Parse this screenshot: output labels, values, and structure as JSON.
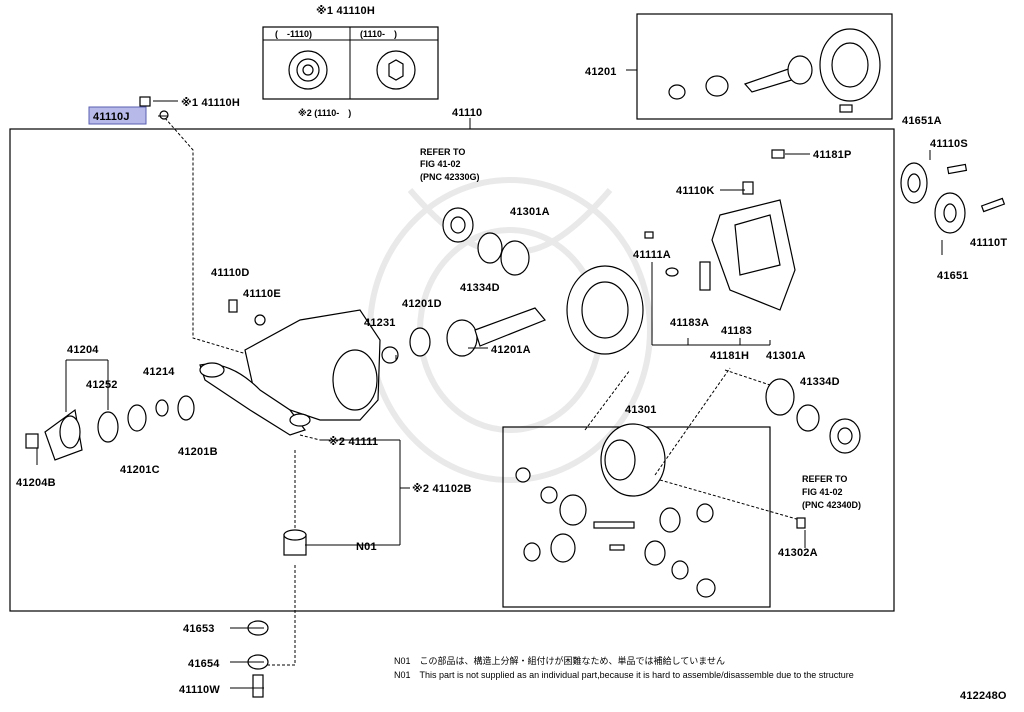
{
  "callouts": {
    "h_top": "※1 41110H",
    "inset_col1": "(　-1110)",
    "inset_col2": "(1110-　)",
    "inset_note": "※2 (1110-　)",
    "h_small": "※1 41110H",
    "j": "41110J",
    "carrier": "41110",
    "p41201_kit": "41201",
    "p41181P": "41181P",
    "p41110K": "41110K",
    "p41651A": "41651A",
    "p41110S": "41110S",
    "p41110T": "41110T",
    "p41651": "41651",
    "refer_top_1": "REFER TO",
    "refer_top_2": "FIG 41-02",
    "refer_top_3": "(PNC 42330G)",
    "p41301A_top": "41301A",
    "p41334D_top": "41334D",
    "p41111A": "41111A",
    "p41110D": "41110D",
    "p41110E": "41110E",
    "p41201D": "41201D",
    "p41231": "41231",
    "p41201A": "41201A",
    "p41183A": "41183A",
    "p41183": "41183",
    "p41181H": "41181H",
    "p41301A_bot": "41301A",
    "p41334D_bot": "41334D",
    "p41204": "41204",
    "p41252": "41252",
    "p41214": "41214",
    "p41204B": "41204B",
    "p41201C": "41201C",
    "p41201B": "41201B",
    "p41111": "※2 41111",
    "p41102B": "※2 41102B",
    "p41301": "41301",
    "refer_bot_1": "REFER TO",
    "refer_bot_2": "FIG 41-02",
    "refer_bot_3": "(PNC 42340D)",
    "p41302A": "41302A",
    "n01": "N01",
    "p41653": "41653",
    "p41654": "41654",
    "p41110W": "41110W"
  },
  "notes": {
    "jp": "N01　この部品は、構造上分解・組付けが困難なため、単品では補給していません",
    "en": "N01　This part is not supplied as an individual part,because it is hard to assemble/disassemble due to the structure"
  },
  "figure_id": "412248O",
  "highlight_color": "#b7b9e8"
}
